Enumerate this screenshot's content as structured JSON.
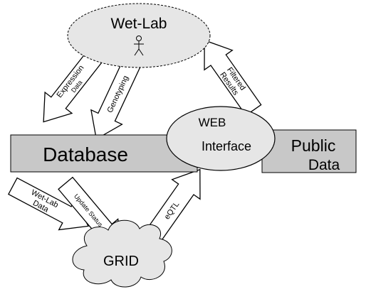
{
  "nodes": {
    "wetlab": {
      "label": "Wet-Lab",
      "icon": "person-icon"
    },
    "database": {
      "label": "Database"
    },
    "web": {
      "line1": "WEB",
      "line2": "Interface"
    },
    "public": {
      "line1": "Public",
      "line2": "Data"
    },
    "grid": {
      "label": "GRID"
    }
  },
  "arrows": {
    "expression": {
      "line1": "Expression",
      "line2": "Data"
    },
    "genotyping": {
      "label": "Genotyping"
    },
    "filtered": {
      "line1": "Filtered",
      "line2": "Results"
    },
    "wetlab_data": {
      "line1": "Wet-Lab",
      "line2": "Data"
    },
    "update_status": {
      "label": "Update Status"
    },
    "eqtl": {
      "label": "eQTL"
    }
  },
  "colors": {
    "box_fill": "#c8c8c8",
    "ellipse_fill": "#e6e6e6",
    "arrow_fill": "#ffffff",
    "stroke": "#000000"
  }
}
